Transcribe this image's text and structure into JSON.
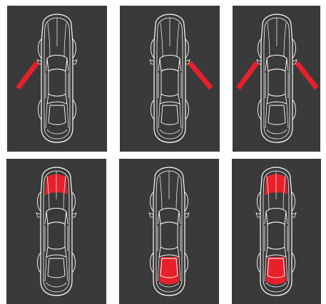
{
  "colors": {
    "background": "#ffffff",
    "panel": "#3a3a3a",
    "outline": "#ffffff",
    "highlight": "#e8202a"
  },
  "panels": [
    {
      "row": 1,
      "col": 1,
      "icon": "car-top-view-icon",
      "indicator": "left-door-open"
    },
    {
      "row": 1,
      "col": 2,
      "icon": "car-top-view-icon",
      "indicator": "right-door-open"
    },
    {
      "row": 1,
      "col": 3,
      "icon": "car-top-view-icon",
      "indicator": "both-doors-open"
    },
    {
      "row": 2,
      "col": 1,
      "icon": "car-top-view-icon",
      "indicator": "front-hood-open"
    },
    {
      "row": 2,
      "col": 2,
      "icon": "car-top-view-icon",
      "indicator": "rear-trunk-open"
    },
    {
      "row": 2,
      "col": 3,
      "icon": "car-top-view-icon",
      "indicator": "hood-and-trunk-open"
    }
  ]
}
